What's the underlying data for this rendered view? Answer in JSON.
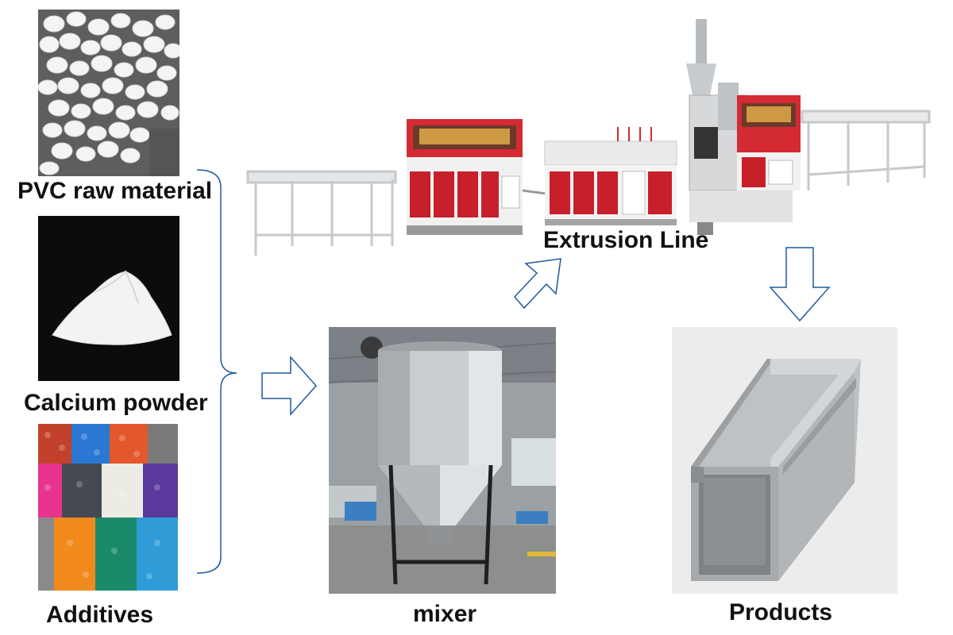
{
  "inputs": {
    "pvc_label": "PVC raw material",
    "calcium_label": "Calcium powder",
    "additives_label": "Additives"
  },
  "process": {
    "mixer_label": "mixer",
    "extrusion_label": "Extrusion Line",
    "products_label": "Products"
  },
  "colors": {
    "arrow_stroke": "#1f5aa0",
    "machine_red": "#c8202a",
    "frame_grey": "#cfd3d6",
    "product_grey": "#a9adb0"
  }
}
